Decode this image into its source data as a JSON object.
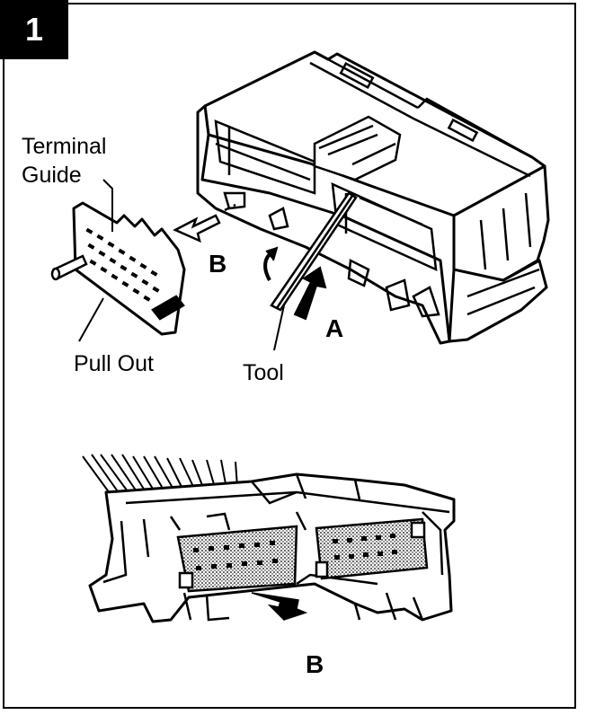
{
  "figure_number": "1",
  "labels": {
    "terminal": "Terminal",
    "guide": "Guide",
    "pull_out": "Pull Out",
    "tool": "Tool",
    "b_upper": "B",
    "a": "A",
    "b_lower": "B"
  },
  "colors": {
    "ink": "#000000",
    "paper": "#ffffff",
    "shade": "#b8b8b8"
  }
}
